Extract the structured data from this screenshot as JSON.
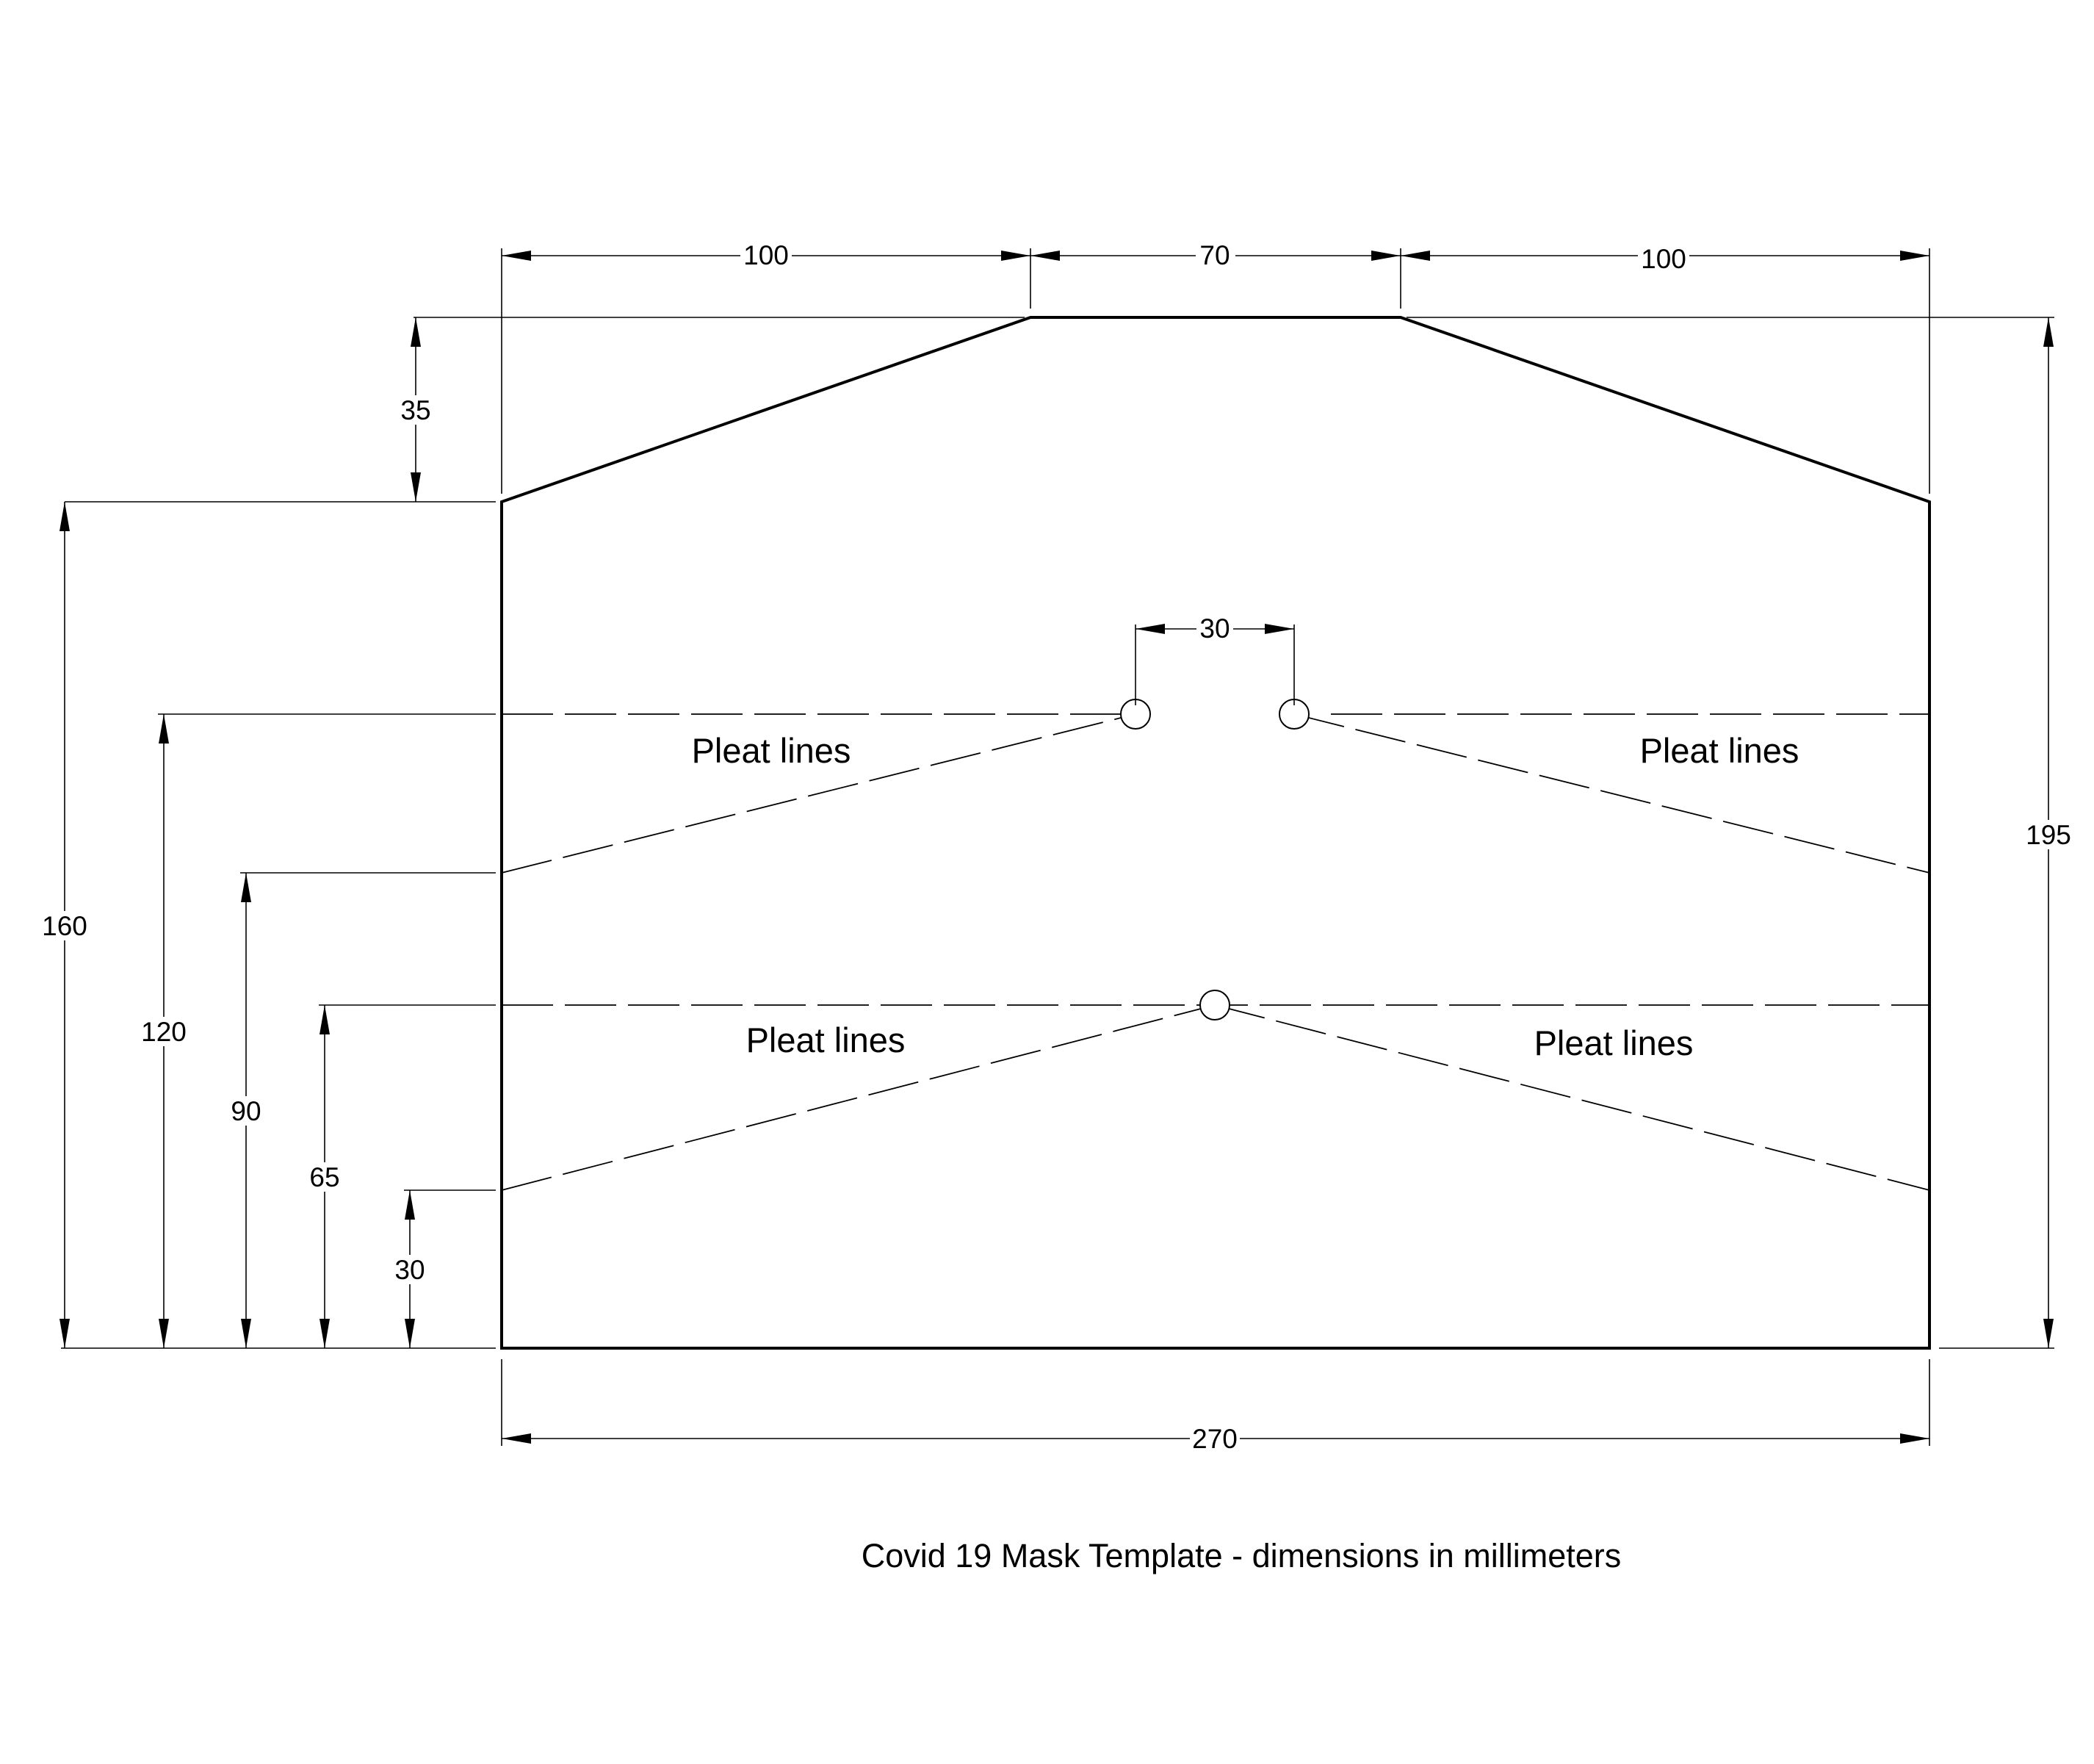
{
  "template": {
    "top_left_width": "100",
    "top_center_width": "70",
    "top_right_width": "100",
    "top_slope_height": "35",
    "hole_spacing": "30",
    "left_height": "160",
    "upper_pleat_height": "120",
    "upper_pleat_edge_height": "90",
    "lower_pleat_height": "65",
    "lower_pleat_edge_height": "30",
    "total_height": "195",
    "total_width": "270"
  },
  "pleat_labels": {
    "upper_left": "Pleat lines",
    "upper_right": "Pleat lines",
    "lower_left": "Pleat lines",
    "lower_right": "Pleat lines"
  },
  "caption": "Covid 19 Mask Template - dimensions in millimeters"
}
